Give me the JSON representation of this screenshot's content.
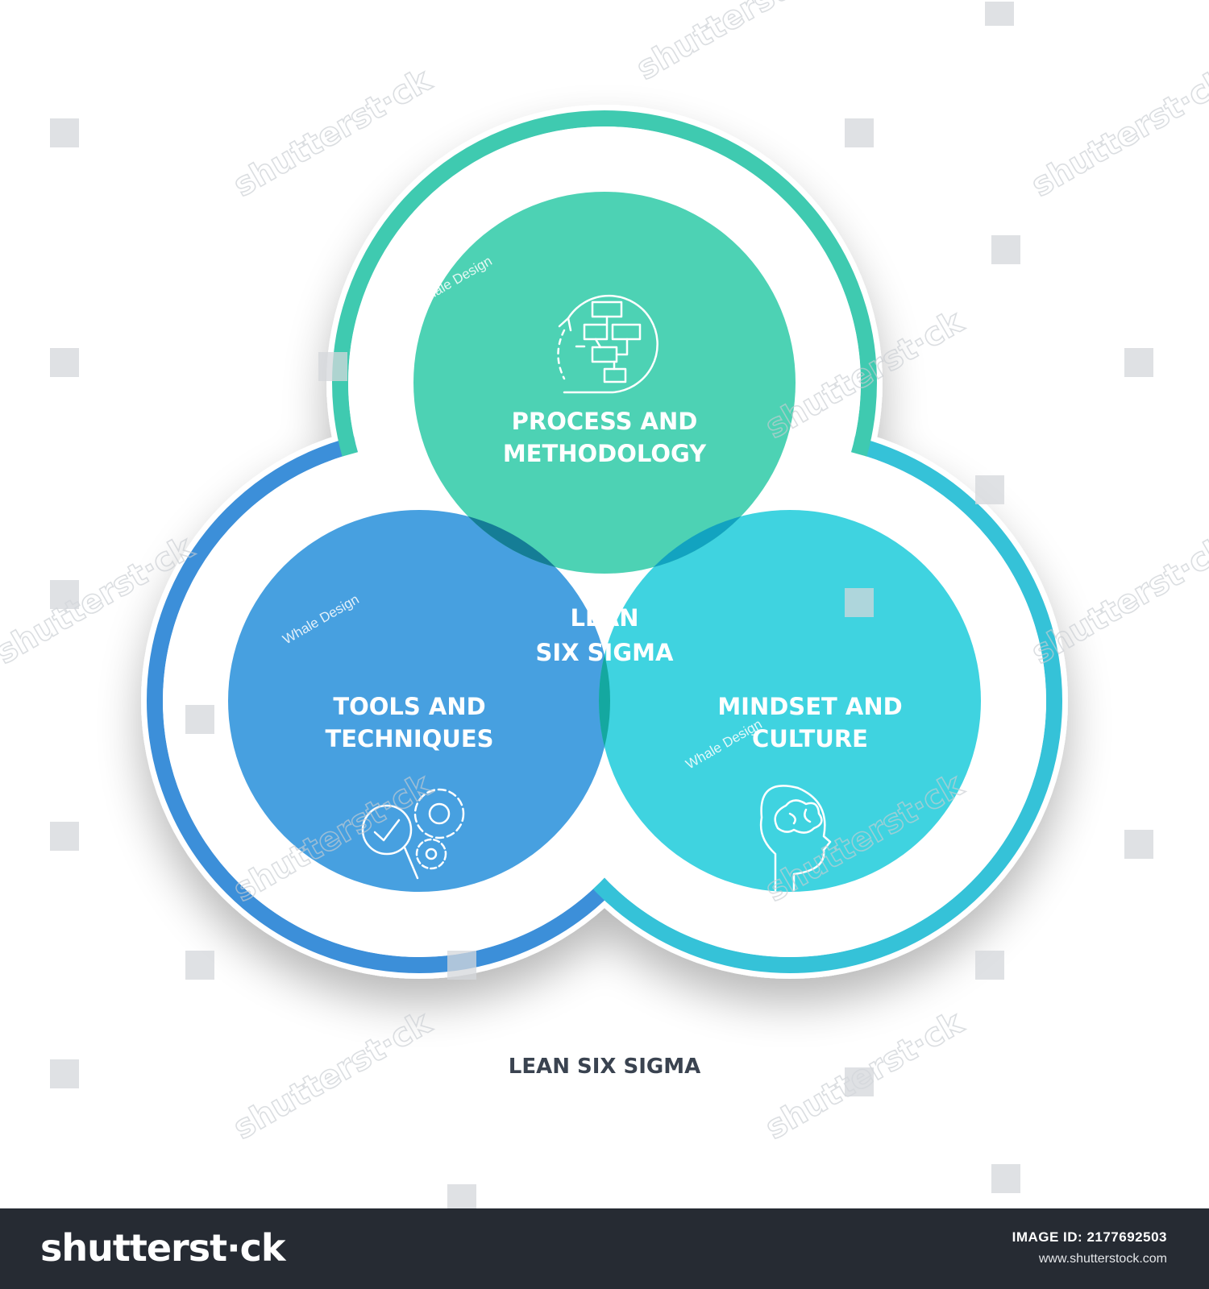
{
  "diagram": {
    "type": "venn",
    "sets": [
      {
        "key": "top",
        "label_lines": [
          "PROCESS AND",
          "METHODOLOGY"
        ],
        "color": "#4dd2b4",
        "ring_color": "#3fcab0",
        "icon": "process-flowchart-icon"
      },
      {
        "key": "left",
        "label_lines": [
          "TOOLS AND",
          "TECHNIQUES"
        ],
        "color": "#47a0e0",
        "ring_color": "#3c8fd9",
        "icon": "gears-magnifier-icon"
      },
      {
        "key": "right",
        "label_lines": [
          "MINDSET AND",
          "CULTURE"
        ],
        "color": "#3fd3e0",
        "ring_color": "#35c2d8",
        "icon": "head-brain-icon"
      }
    ],
    "center": {
      "label_lines": [
        "LEAN",
        "SIX SIGMA"
      ],
      "color": "#1c4a63"
    },
    "overlaps": {
      "top_left": "#157d96",
      "top_right": "#12a3c0",
      "left_right": "#14a8a0"
    },
    "caption": "LEAN SIX SIGMA"
  },
  "watermarks": {
    "brand_text": "shutterst·ck",
    "credit_text": "Whale Design"
  },
  "footer": {
    "logo": "shutterst·ck",
    "image_id_label": "IMAGE ID: 2177692503",
    "url": "www.shutterstock.com"
  }
}
